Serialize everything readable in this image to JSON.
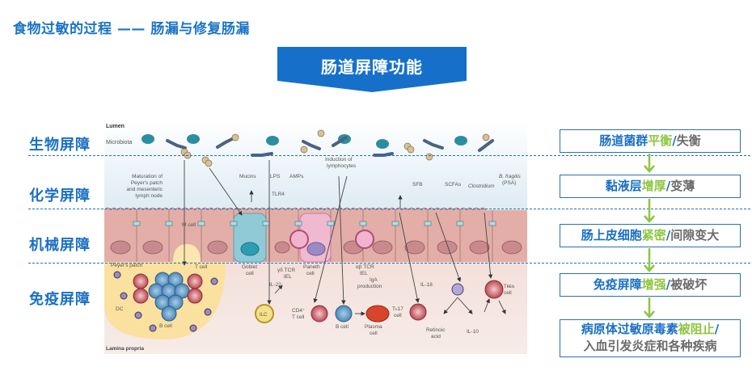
{
  "header": {
    "title": "食物过敏的过程 —— 肠漏与修复肠漏",
    "banner": "肠道屏障功能"
  },
  "barriers": [
    {
      "label": "生物屏障"
    },
    {
      "label": "化学屏障"
    },
    {
      "label": "机械屏障"
    },
    {
      "label": "免疫屏障"
    }
  ],
  "diagram": {
    "lumen": "Lumen",
    "microbiota": "Microbiota",
    "maturation": [
      "Maturation of",
      "Peyer's patch",
      "and mesenteric",
      "lymph node"
    ],
    "mucins": "Mucins",
    "lps": "LPS",
    "amps": "AMPs",
    "tlr4": "TLR4",
    "induction": [
      "Induction of",
      "lymphocytes"
    ],
    "sfb": "SFB",
    "scfas": "SCFAs",
    "clostridium": "Clostridium",
    "bfragilis": [
      "B. fragilis",
      "(PSA)"
    ],
    "m_cell": "M cell",
    "peyers_patch": "Peyer's patch",
    "t_cell": "T cell",
    "goblet_cell": [
      "Goblet",
      "cell"
    ],
    "gd_tcr": [
      "γδ TCR",
      "IEL"
    ],
    "paneth": [
      "Paneth",
      "cell"
    ],
    "ab_tcr": [
      "αβ TCR",
      "IEL"
    ],
    "iga": [
      "IgA",
      "production"
    ],
    "il22": "IL-22",
    "ilc": "ILC",
    "cd4": [
      "CD4⁺",
      "T cell"
    ],
    "b_cell": "B cell",
    "plasma": [
      "Plasma",
      "cell"
    ],
    "th17": [
      "Tₕ17",
      "cell"
    ],
    "il18": "IL-18",
    "retinoic": [
      "Retinoic",
      "acid"
    ],
    "il10": "IL-10",
    "treg": [
      "Tʀᴇɢ",
      "cell"
    ],
    "dc": "DC",
    "b_cell_pp": "B cell",
    "lamina": "Lamina propria"
  },
  "flow": [
    {
      "pre": "肠道菌群",
      "good": "平衡",
      "sep": "/",
      "bad": "失衡"
    },
    {
      "pre": "黏液层",
      "good": "增厚",
      "sep": "/",
      "bad": "变薄"
    },
    {
      "pre": "肠上皮细胞",
      "good": "紧密",
      "sep": "/",
      "bad": "间隙变大"
    },
    {
      "pre": "免疫屏障",
      "good": "增强",
      "sep": "/",
      "bad": "被破坏"
    },
    {
      "pre": "病原体过敏原毒素",
      "good": "被阻止",
      "sep": "/",
      "bad": "入血引发炎症和各种疾病"
    }
  ],
  "colors": {
    "brand_blue": "#1a6fc4",
    "good_green": "#8dc63f",
    "bad_gray": "#6b6b6b"
  }
}
